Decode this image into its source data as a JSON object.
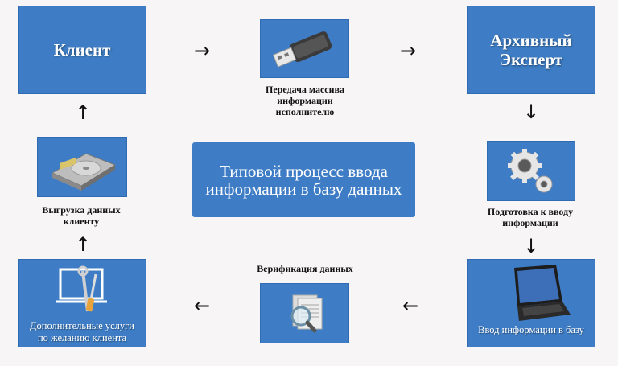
{
  "nodes": {
    "client": "Клиент",
    "archive_expert": "Архивный\nЭксперт",
    "transfer": "Передача массива\nинформации\nисполнителю",
    "preparation": "Подготовка к вводу\nинформации",
    "data_entry": "Ввод информации в базу",
    "verification": "Верификация данных",
    "extra_services": "Дополнительные услуги\nпо желанию клиента",
    "upload": "Выгрузка данных\nклиенту"
  },
  "center_title": "Типовой процесс ввода информации в базу данных",
  "arrows": {
    "right": "→",
    "left": "←",
    "up": "↑",
    "down": "↓"
  },
  "colors": {
    "box": "#3e7dc5",
    "background": "#f7f5f6"
  },
  "icons": [
    "usb-drive-icon",
    "gears-icon",
    "laptop-icon",
    "documents-magnifier-icon",
    "tools-monitor-icon",
    "hard-drive-icon"
  ]
}
